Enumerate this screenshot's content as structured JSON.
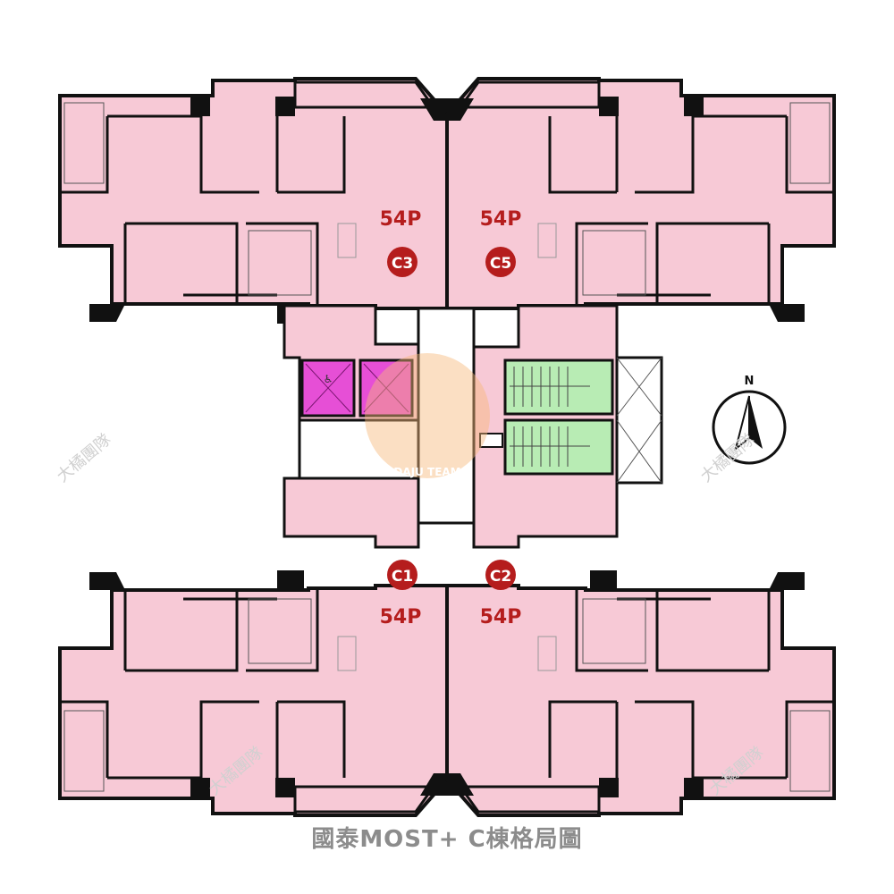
{
  "units": [
    {
      "code": "C3",
      "size": "54P"
    },
    {
      "code": "C5",
      "size": "54P"
    },
    {
      "code": "C1",
      "size": "54P"
    },
    {
      "code": "C2",
      "size": "54P"
    }
  ],
  "compass": {
    "label": "N"
  },
  "watermark": {
    "text": "大橘團隊",
    "logo_text": "DAJU TEAM"
  },
  "caption": "國泰MOST+ C棟格局圖",
  "colors": {
    "floor": "#f7c9d6",
    "wall": "#111111",
    "elevator": "#e64fd6",
    "stair": "#b8ecb4",
    "badge": "#b51d1d",
    "label": "#b51d1d",
    "core": "#ffffff",
    "caption": "#8c8c8c"
  }
}
